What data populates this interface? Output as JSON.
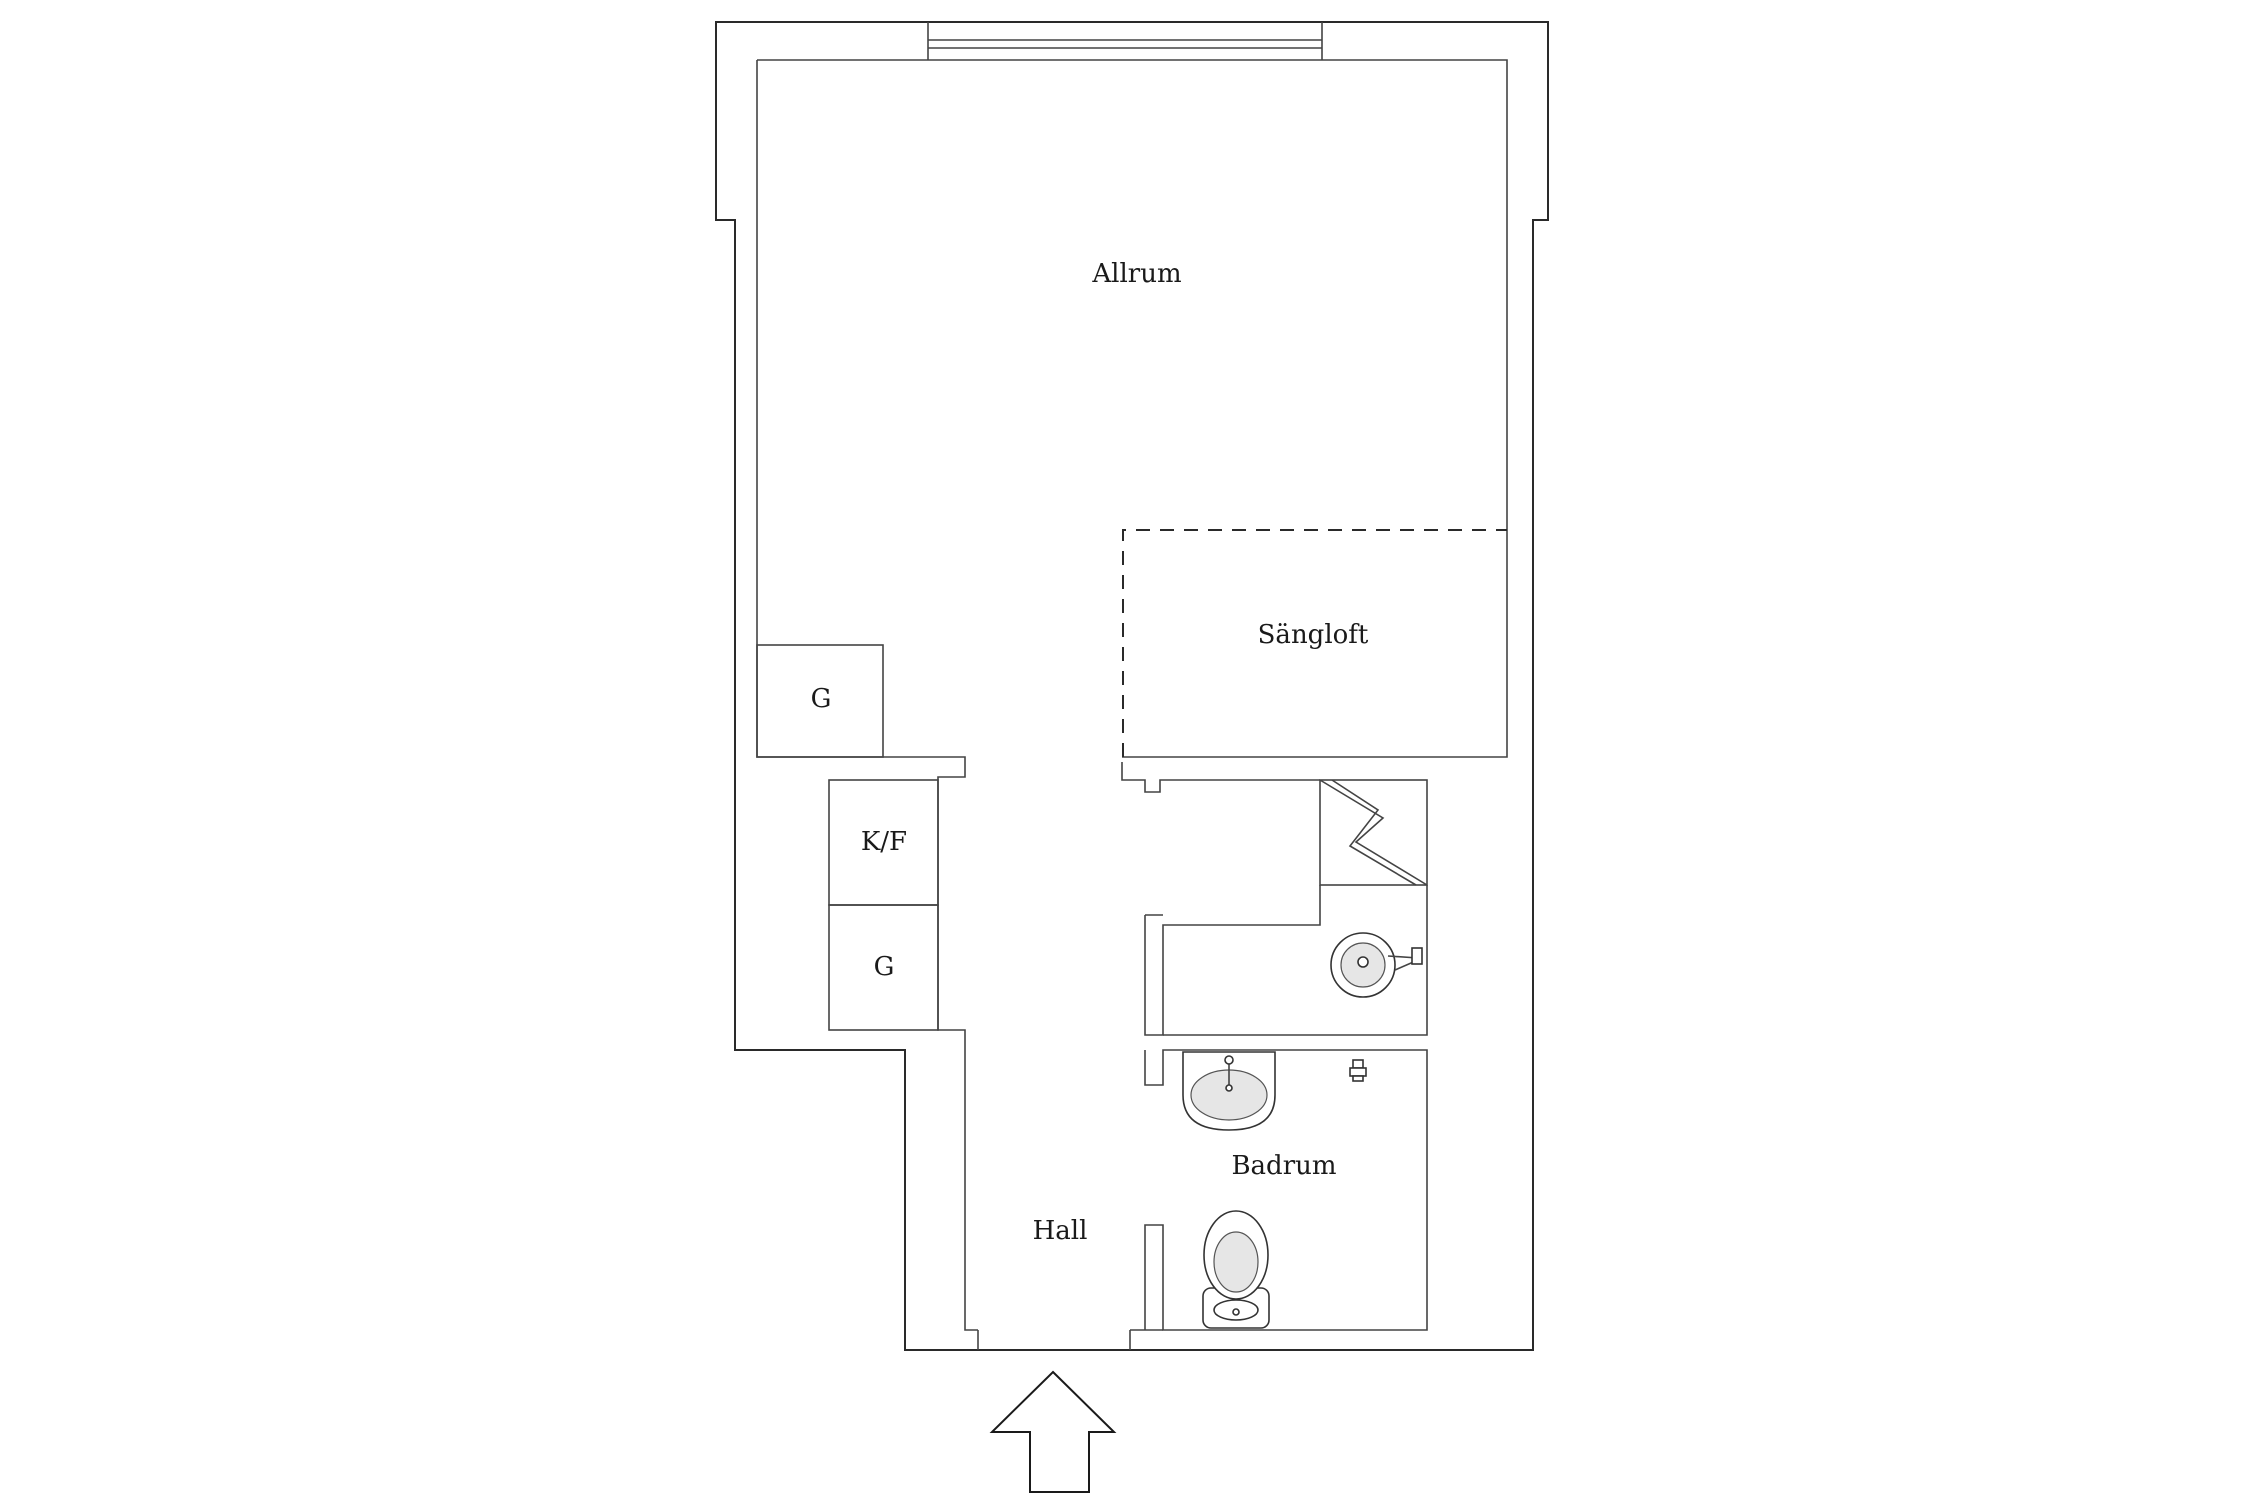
{
  "floorplan": {
    "rooms": {
      "allrum": "Allrum",
      "sangloft": "Sängloft",
      "badrum": "Badrum",
      "hall": "Hall"
    },
    "storage": {
      "wardrobe_upper": "G",
      "kitchen": "K/F",
      "wardrobe_lower": "G"
    }
  }
}
